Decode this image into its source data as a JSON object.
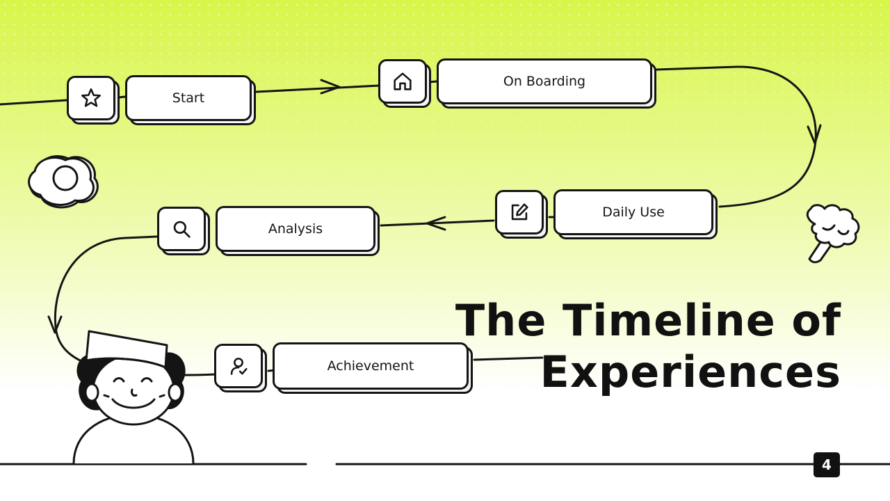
{
  "slide": {
    "title_line1": "The Timeline of",
    "title_line2": "Experiences",
    "page_number": "4"
  },
  "steps": [
    {
      "label": "Start",
      "icon": "star-icon"
    },
    {
      "label": "On Boarding",
      "icon": "home-icon"
    },
    {
      "label": "Daily Use",
      "icon": "edit-icon"
    },
    {
      "label": "Analysis",
      "icon": "search-icon"
    },
    {
      "label": "Achievement",
      "icon": "user-check-icon"
    }
  ],
  "colors": {
    "accent": "#d8f54a",
    "ink": "#141414",
    "card": "#ffffff"
  }
}
